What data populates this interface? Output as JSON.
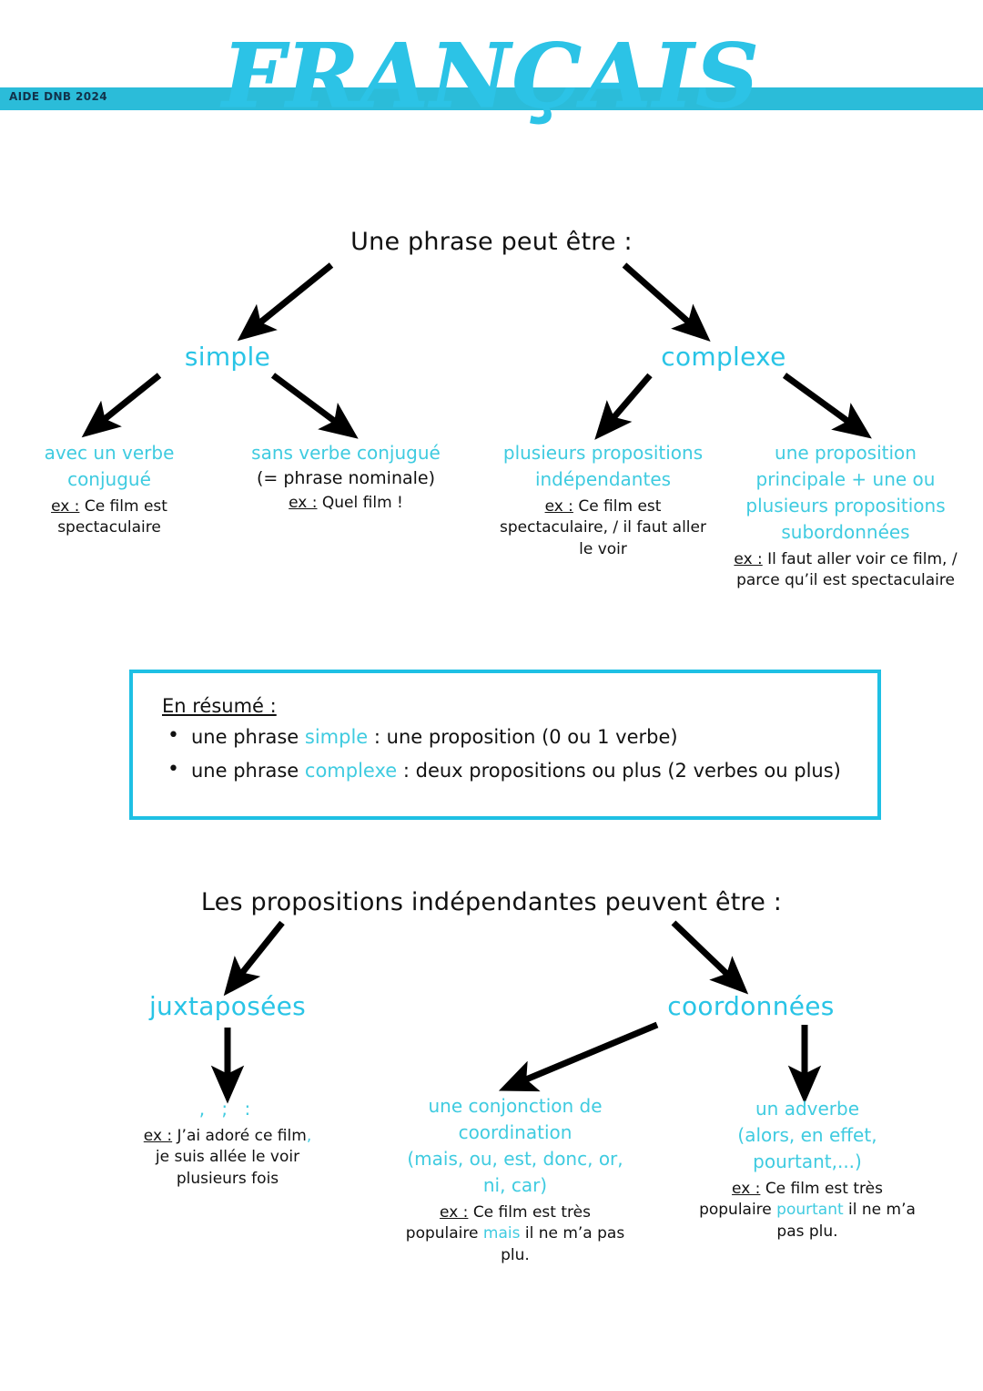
{
  "header": {
    "banner_label": "AIDE DNB 2024",
    "title": "FRANÇAIS",
    "accent_color": "#2bbcd9",
    "title_color": "#2cc3e6",
    "banner_text_color": "#12324a"
  },
  "diagram1": {
    "root": "Une phrase peut être :",
    "branches": [
      {
        "label": "simple"
      },
      {
        "label": "complexe"
      }
    ],
    "leaves": [
      {
        "label": "avec un verbe conjugué",
        "note": "",
        "ex_prefix": "ex :",
        "ex_lines": [
          "Ce film est",
          "spectaculaire"
        ]
      },
      {
        "label": "sans verbe conjugué",
        "note": "(= phrase nominale)",
        "ex_prefix": "ex :",
        "ex_lines": [
          "Quel film !"
        ]
      },
      {
        "label": "plusieurs propositions indépendantes",
        "note": "",
        "ex_prefix": "ex :",
        "ex_lines": [
          "Ce film est",
          "spectaculaire, / il faut aller",
          "le voir"
        ]
      },
      {
        "label": "une proposition principale + une ou plusieurs propositions subordonnées",
        "note": "",
        "ex_prefix": "ex :",
        "ex_lines": [
          "Il faut aller voir ce film, /",
          "parce qu’il est spectaculaire"
        ]
      }
    ]
  },
  "resume": {
    "title": "En résumé :",
    "items": [
      {
        "before": "une phrase ",
        "keyword": "simple",
        "after": " : une proposition (0 ou 1 verbe)"
      },
      {
        "before": "une phrase ",
        "keyword": "complexe",
        "after": " : deux propositions ou plus (2 verbes ou plus)"
      }
    ],
    "border_color": "#1ec0e4"
  },
  "diagram2": {
    "root": "Les propositions indépendantes peuvent être :",
    "branches": [
      {
        "label": "juxtaposées"
      },
      {
        "label": "coordonnées"
      }
    ],
    "leaves": [
      {
        "label": ",   ;   :",
        "note": "",
        "ex_prefix": "ex :",
        "ex_line1_before": "J’ai adoré ce film",
        "ex_line1_keyword": ",",
        "ex_line1_after": "",
        "ex_lines_rest": [
          "je suis allée le voir",
          "plusieurs fois"
        ]
      },
      {
        "label": "une conjonction de coordination",
        "note": "(mais, ou, est, donc, or, ni, car)",
        "ex_prefix": "ex :",
        "ex_line1": "Ce film est très",
        "ex_line2_before": "populaire ",
        "ex_line2_keyword": "mais",
        "ex_line2_after": " il ne m’a pas",
        "ex_line3": "plu."
      },
      {
        "label": "un adverbe",
        "note": "(alors, en effet, pourtant,...)",
        "ex_prefix": "ex :",
        "ex_line1": "Ce film est très",
        "ex_line2_before": "populaire ",
        "ex_line2_keyword": "pourtant",
        "ex_line2_after": " il ne m’a",
        "ex_line3": "pas plu."
      }
    ]
  }
}
